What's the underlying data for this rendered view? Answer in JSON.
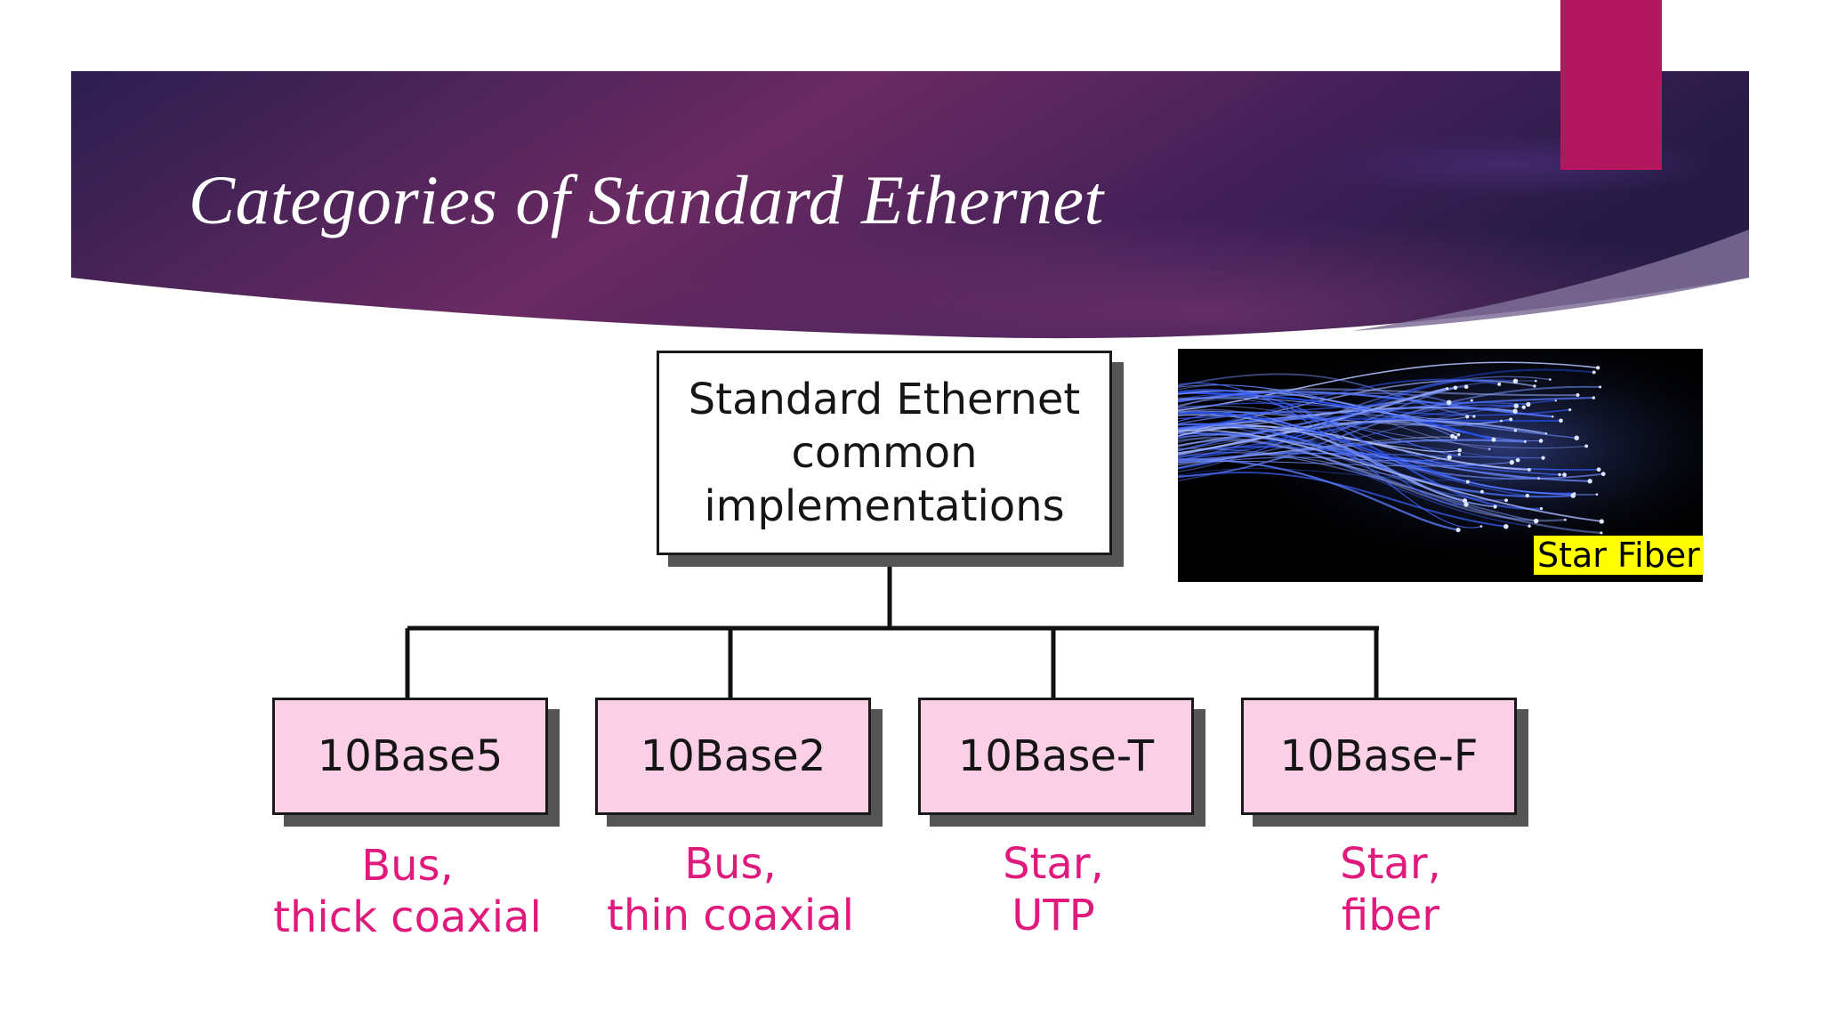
{
  "slide": {
    "title": "Categories of Standard Ethernet"
  },
  "diagram": {
    "root": {
      "lines": [
        "Standard Ethernet",
        "common",
        "implementations"
      ]
    },
    "children": [
      {
        "label": "10Base5",
        "desc": [
          "Bus,",
          "thick coaxial"
        ]
      },
      {
        "label": "10Base2",
        "desc": [
          "Bus,",
          "thin coaxial"
        ]
      },
      {
        "label": "10Base-T",
        "desc": [
          "Star,",
          "UTP"
        ]
      },
      {
        "label": "10Base-F",
        "desc": [
          "Star,",
          "fiber"
        ]
      }
    ]
  },
  "image": {
    "caption": "Star Fiber"
  },
  "colors": {
    "banner_dark": "#2b1e4e",
    "banner_mid": "#6b2a63",
    "accent_bar": "#b3175e",
    "box_fill": "#fbd0e6",
    "desc_text": "#e0197d",
    "caption_bg": "#ffff00"
  }
}
